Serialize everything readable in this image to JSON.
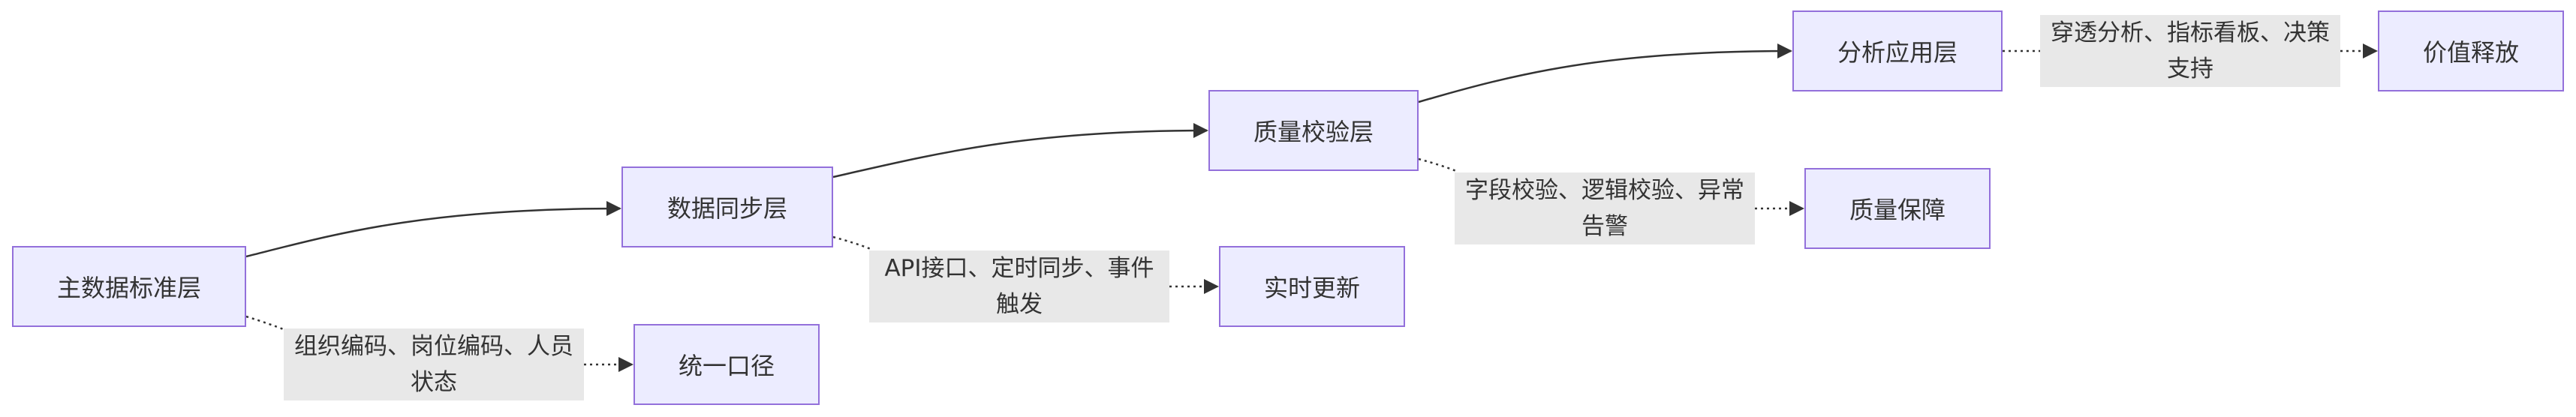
{
  "nodes": {
    "master": "主数据标准层",
    "sync": "数据同步层",
    "quality": "质量校验层",
    "analysis": "分析应用层",
    "unified": "统一口径",
    "realtime": "实时更新",
    "assurance": "质量保障",
    "value": "价值释放"
  },
  "edge_labels": {
    "master_unified": "组织编码、岗位编码、人员状态",
    "sync_realtime": "API接口、定时同步、事件触发",
    "quality_assurance": "字段校验、逻辑校验、异常告警",
    "analysis_value": "穿透分析、指标看板、决策支持"
  },
  "colors": {
    "node_fill": "#ECECFF",
    "node_border": "#9370DB",
    "edge": "#333333",
    "label_bg": "#E8E8E8"
  }
}
